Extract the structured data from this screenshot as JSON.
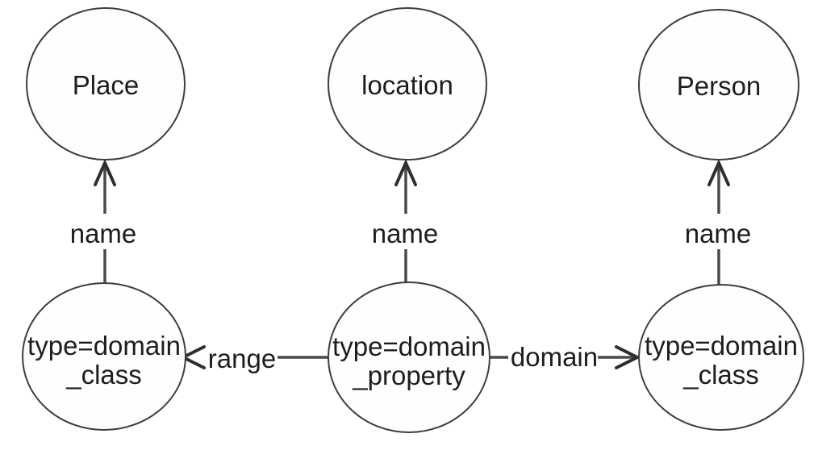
{
  "theme": {
    "background_color": "#ffffff",
    "line_color": "#4a4a4a",
    "circle_stroke_color": "#3d3d3d",
    "arrowhead_color": "#2e2e2e",
    "text_color": "#1d1d1d"
  },
  "nodes": {
    "place": {
      "label": "Place"
    },
    "location": {
      "label": "location"
    },
    "person": {
      "label": "Person"
    },
    "range_class": {
      "line1": "type=domain",
      "line2": "_class"
    },
    "domain_property": {
      "line1": "type=domain",
      "line2": "_property"
    },
    "domain_class": {
      "line1": "type=domain",
      "line2": "_class"
    }
  },
  "edges": {
    "name_place": {
      "label": "name"
    },
    "name_location": {
      "label": "name"
    },
    "name_person": {
      "label": "name"
    },
    "range": {
      "label": "range"
    },
    "domain": {
      "label": "domain"
    }
  }
}
